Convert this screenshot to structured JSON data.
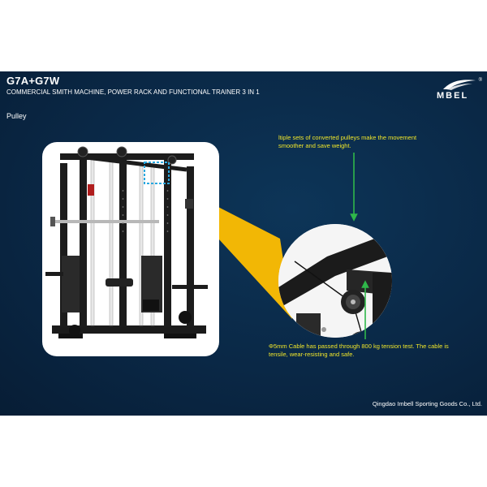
{
  "header": {
    "title": "G7A+G7W",
    "subtitle": "COMMERCIAL SMITH MACHINE, POWER RACK AND FUNCTIONAL TRAINER 3 IN 1"
  },
  "section": {
    "label": "Pulley"
  },
  "logo": {
    "text": "MBEL",
    "registered": "®"
  },
  "annotations": {
    "top": "ltiple sets of converted pulleys make the movement smoother and save weight.",
    "bottom": "Φ5mm Cable has passed through 800 kg tension test. The cable is tensile, wear-resisting and safe."
  },
  "footer": {
    "company": "Qingdao Imbell Sporting Goods Co., Ltd."
  },
  "colors": {
    "background": "#0a2846",
    "annotation_text": "#f0e62a",
    "beam": "#f2b705",
    "arrow": "#2fb84a",
    "highlight_box": "#29a8e0"
  },
  "icons": {
    "logo": "swoosh-logo-icon"
  }
}
